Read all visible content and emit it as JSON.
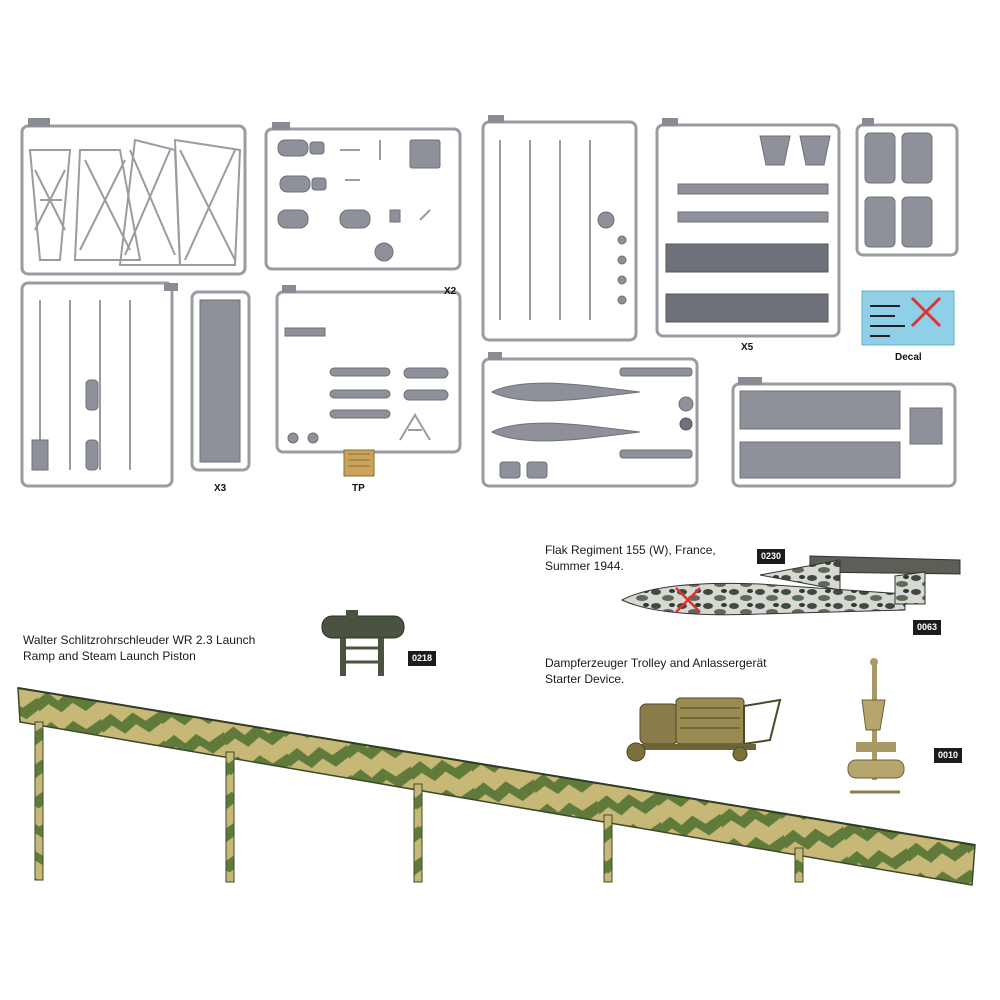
{
  "sprues": {
    "x2_label": "X2",
    "x3_label": "X3",
    "x5_label": "X5",
    "tp_label": "TP",
    "decal_label": "Decal"
  },
  "captions": {
    "ramp": "Walter Schlitzrohrschleuder WR 2.3 Launch\nRamp and Steam Launch Piston",
    "flak": "Flak Regiment 155 (W), France,\nSummer 1944.",
    "trolley": "Dampferzeuger Trolley and Anlassergerät\nStarter Device."
  },
  "callouts": {
    "piston": "0218",
    "v1_top": "0230",
    "v1_bottom": "0063",
    "starter": "0010"
  },
  "colors": {
    "sprue": "#9a9ca3",
    "camo_green": "#5f7a3a",
    "camo_sand": "#c8b878",
    "piston_green": "#4a5340",
    "trolley_olive": "#8a7c48",
    "callout_bg": "#1c1c1c"
  }
}
